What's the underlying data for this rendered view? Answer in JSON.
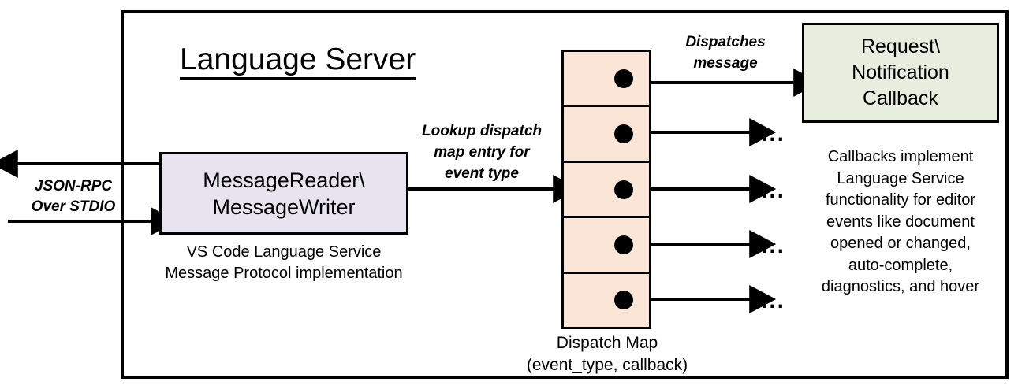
{
  "diagram": {
    "title": "Language Server",
    "outer_frame_label": "language-server-boundary",
    "external_io": {
      "label_line1": "JSON-RPC",
      "label_line2": "Over STDIO",
      "outbound_arrow": "arrow-left-out",
      "inbound_arrow": "arrow-right-in"
    },
    "message_reader": {
      "line1": "MessageReader\\",
      "line2": "MessageWriter",
      "caption_line1": "VS Code Language Service",
      "caption_line2": "Message Protocol implementation",
      "fill_color": "#E8E4EF",
      "border_color": "#000000"
    },
    "lookup_label": {
      "line1": "Lookup dispatch",
      "line2": "map entry for",
      "line3": "event type"
    },
    "dispatch_map": {
      "caption_line1": "Dispatch Map",
      "caption_line2": "(event_type, callback)",
      "fill_color": "#FBE5D6",
      "border_color": "#000000",
      "cell_count": 5,
      "cells": [
        {
          "index": 1,
          "dot": "callback-entry-dot",
          "target": "request-notification-callback"
        },
        {
          "index": 2,
          "dot": "callback-entry-dot",
          "target": "..."
        },
        {
          "index": 3,
          "dot": "callback-entry-dot",
          "target": "..."
        },
        {
          "index": 4,
          "dot": "callback-entry-dot",
          "target": "..."
        },
        {
          "index": 5,
          "dot": "callback-entry-dot",
          "target": "..."
        }
      ]
    },
    "dispatches_label": {
      "line1": "Dispatches",
      "line2": "message"
    },
    "callback_box": {
      "line1": "Request\\",
      "line2": "Notification",
      "line3": "Callback",
      "fill_color": "#E7EEDF",
      "border_color": "#000000"
    },
    "callback_description": {
      "line1": "Callbacks implement",
      "line2": "Language Service",
      "line3": "functionality for editor",
      "line4": "events like document",
      "line5": "opened or changed,",
      "line6": "auto-complete,",
      "line7": "diagnostics, and hover"
    },
    "ellipses": [
      "...",
      "...",
      "...",
      "..."
    ]
  }
}
